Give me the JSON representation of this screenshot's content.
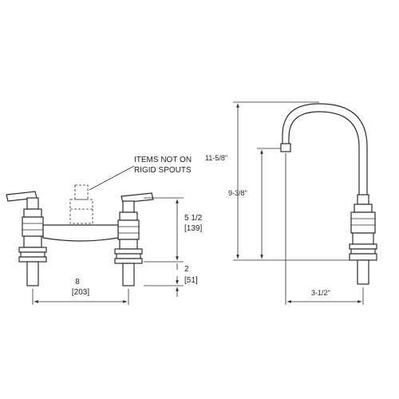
{
  "note": {
    "line1": "ITEMS NOT ON",
    "line2": "RIGID SPOUTS"
  },
  "front_view": {
    "height_in": "5 1/2",
    "height_mm": "[139]",
    "shank_in": "2",
    "shank_mm": "[51]",
    "centers_in": "8",
    "centers_mm": "[203]"
  },
  "side_view": {
    "overall_height": "11-5/8\"",
    "spout_height": "9-3/8\"",
    "reach": "3-1/2\""
  }
}
